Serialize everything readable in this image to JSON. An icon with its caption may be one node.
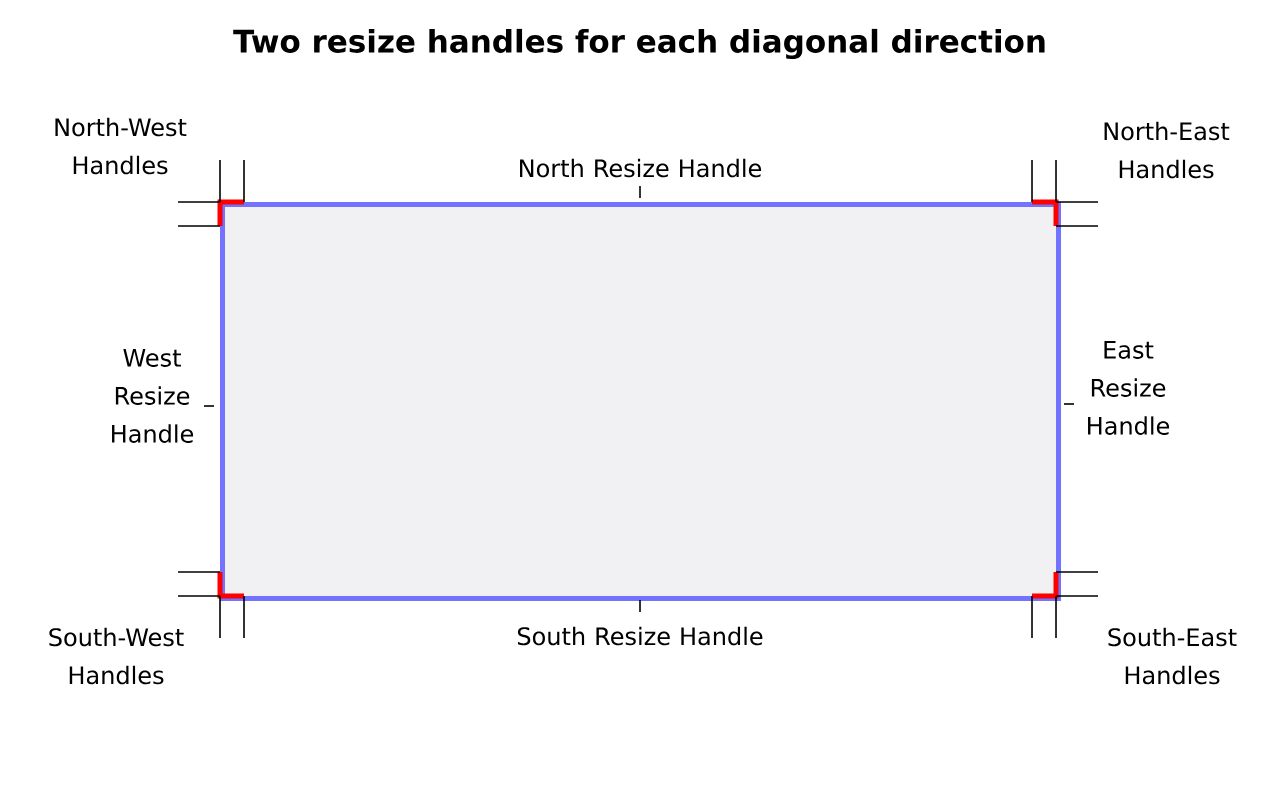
{
  "diagram": {
    "title": "Two resize handles for each diagonal direction",
    "nodes": [
      {
        "text": [],
        "shape": "box"
      }
    ],
    "edges": [],
    "labels": [
      "North-West Handles",
      "North Resize Handle",
      "North-East Handles",
      "West Resize Handle",
      "East Resize Handle",
      "South-West Handles",
      "South Resize Handle",
      "South-East Handles"
    ]
  }
}
